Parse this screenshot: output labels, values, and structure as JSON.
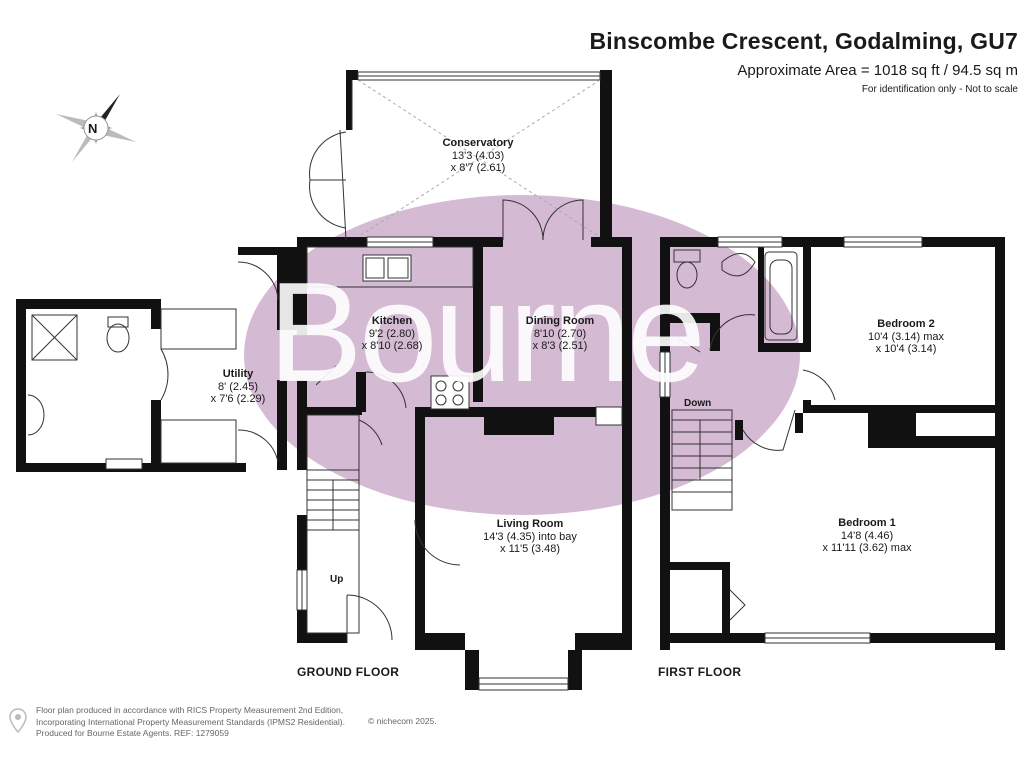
{
  "header": {
    "title": "Binscombe Crescent, Godalming, GU7",
    "area": "Approximate Area = 1018 sq ft / 94.5 sq m",
    "note": "For identification only - Not to scale"
  },
  "watermark": {
    "text": "Bourne",
    "color": "#c9a9c7"
  },
  "compass": {
    "label": "N",
    "icon": "compass-rose-icon"
  },
  "rooms": {
    "conservatory": {
      "name": "Conservatory",
      "dim1": "13'3 (4.03)",
      "dim2": "x 8'7 (2.61)"
    },
    "kitchen": {
      "name": "Kitchen",
      "dim1": "9'2 (2.80)",
      "dim2": "x 8'10 (2.68)"
    },
    "dining": {
      "name": "Dining Room",
      "dim1": "8'10 (2.70)",
      "dim2": "x 8'3 (2.51)"
    },
    "utility": {
      "name": "Utility",
      "dim1": "8' (2.45)",
      "dim2": "x 7'6 (2.29)"
    },
    "living": {
      "name": "Living Room",
      "dim1": "14'3 (4.35) into bay",
      "dim2": "x 11'5 (3.48)"
    },
    "bedroom2": {
      "name": "Bedroom 2",
      "dim1": "10'4 (3.14) max",
      "dim2": "x 10'4 (3.14)"
    },
    "bedroom1": {
      "name": "Bedroom 1",
      "dim1": "14'8 (4.46)",
      "dim2": "x 11'11 (3.62) max"
    }
  },
  "stairs": {
    "up": "Up",
    "down": "Down"
  },
  "floors": {
    "ground": "GROUND FLOOR",
    "first": "FIRST FLOOR"
  },
  "footer": {
    "line1": "Floor plan produced in accordance with RICS Property Measurement 2nd Edition,",
    "line2": "Incorporating International Property Measurement Standards (IPMS2 Residential).",
    "copyright": "© nichecom 2025.",
    "line3": "Produced for Bourne Estate Agents.   REF:  1279059"
  }
}
